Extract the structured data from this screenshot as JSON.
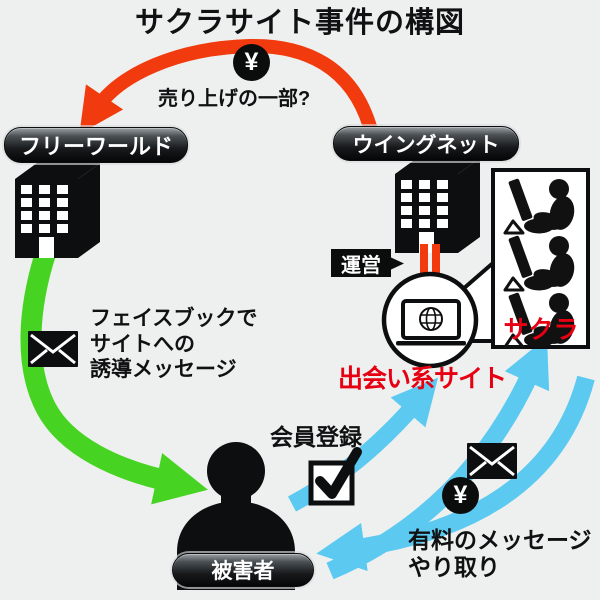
{
  "title": "サクラサイト事件の構図",
  "colors": {
    "bg": "#eef0ef",
    "orange": "#f13a0d",
    "green": "#46d322",
    "cyan": "#5cc9f1",
    "red": "#e60012",
    "ink": "#0d0e0f"
  },
  "top": {
    "yen": "¥",
    "share_label": "売り上げの一部?"
  },
  "companies": {
    "left": "フリーワールド",
    "right": "ウイングネット"
  },
  "operation": {
    "label": "運営"
  },
  "site": {
    "name": "出会い系サイト",
    "sakura": "サクラ"
  },
  "facebook": {
    "lines": [
      "フェイスブックで",
      "サイトへの",
      "誘導メッセージ"
    ]
  },
  "registration": {
    "label": "会員登録"
  },
  "paid": {
    "yen": "¥",
    "lines": [
      "有料のメッセージ",
      "やり取り"
    ]
  },
  "victim": {
    "label": "被害者"
  }
}
